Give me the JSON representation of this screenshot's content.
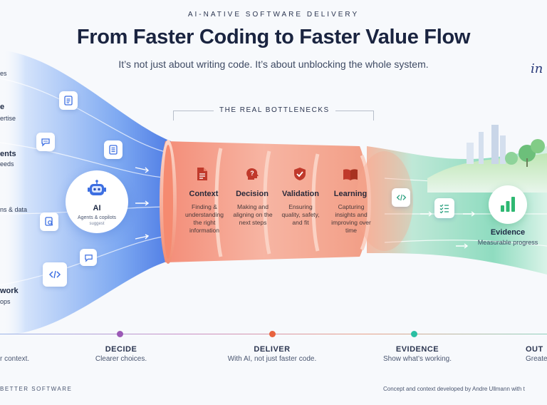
{
  "header": {
    "eyebrow": "AI-NATIVE SOFTWARE DELIVERY",
    "title": "From Faster Coding to Faster Value Flow",
    "subtitle": "It’s not just about writing code. It’s about unblocking the whole system.",
    "script_fragment": "in"
  },
  "bottlenecks": {
    "label": "THE REAL BOTTLENECKS",
    "stages": [
      {
        "title": "Context",
        "description": "Finding & understanding the right information",
        "icon": "document-icon"
      },
      {
        "title": "Decision",
        "description": "Making and aligning on the next steps",
        "icon": "question-head-icon"
      },
      {
        "title": "Validation",
        "description": "Ensuring quality, safety, and fit",
        "icon": "shield-check-icon"
      },
      {
        "title": "Learning",
        "description": "Capturing insights and improving over time",
        "icon": "book-icon"
      }
    ]
  },
  "left_labels": [
    {
      "text": "es",
      "bold": false
    },
    {
      "text": "e",
      "bold": true
    },
    {
      "text": "ertise",
      "bold": false
    },
    {
      "text": "ents",
      "bold": true
    },
    {
      "text": "eeds",
      "bold": false
    },
    {
      "text": "ns & data",
      "bold": false
    },
    {
      "text": "work",
      "bold": true
    },
    {
      "text": "ops",
      "bold": false
    }
  ],
  "ai": {
    "label": "AI",
    "sublabel": "Agents & copilots",
    "sublabel_fragment": "suggest",
    "icon": "robot-icon"
  },
  "evidence": {
    "title": "Evidence",
    "description": "Measurable progress",
    "icon": "bar-chart-icon"
  },
  "timeline": [
    {
      "head": "",
      "desc": "r context.",
      "color": "#6c8fe0"
    },
    {
      "head": "DECIDE",
      "desc": "Clearer choices.",
      "color": "#9b59b6"
    },
    {
      "head": "DELIVER",
      "desc": "With AI, not just faster code.",
      "color": "#e8633f"
    },
    {
      "head": "EVIDENCE",
      "desc": "Show what’s working.",
      "color": "#2bbfa3"
    },
    {
      "head": "OUT",
      "desc": "Greate",
      "color": "#3aa86a"
    }
  ],
  "footer": {
    "left": "BETTER SOFTWARE",
    "right": "Concept and context developed by Andre Ullmann with t"
  },
  "colors": {
    "blue_flow": "#4a7fe6",
    "coral": "#f27d68",
    "green_flow": "#6fd0ad"
  }
}
